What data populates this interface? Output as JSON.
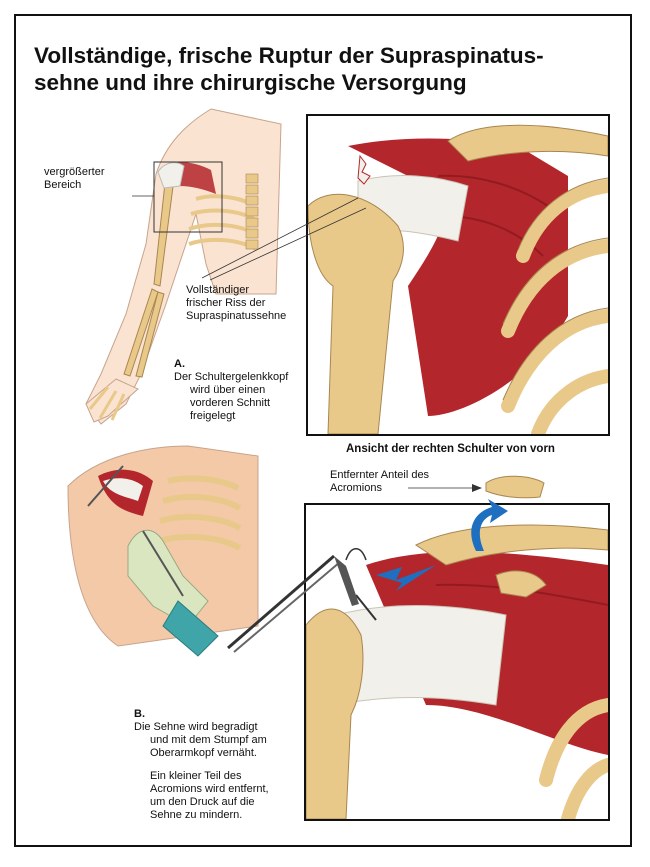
{
  "title": {
    "line1": "Vollständige, frische Ruptur der Supraspinatus-",
    "line2": "sehne und ihre chirurgische Versorgung"
  },
  "labels": {
    "enlarged_area": [
      "vergrößerter",
      "Bereich"
    ],
    "tear": [
      "Vollständiger",
      "frischer Riss der",
      "Supraspinatussehne"
    ],
    "view_caption": "Ansicht der rechten Schulter von vorn",
    "removed_acromion": [
      "Entfernter Anteil des",
      "Acromions"
    ]
  },
  "steps": {
    "a": {
      "marker": "A.",
      "lines": [
        "Der Schultergelenkkopf",
        "wird über einen",
        "vorderen Schnitt",
        "freigelegt"
      ]
    },
    "b": {
      "marker": "B.",
      "lines": [
        "Die Sehne wird begradigt",
        "und mit dem Stumpf am",
        "Oberarmkopf vernäht."
      ],
      "lines2": [
        "Ein kleiner Teil des",
        "Acromions wird entfernt,",
        "um den Druck auf die",
        "Sehne zu mindern."
      ]
    }
  },
  "colors": {
    "bone": "#e8c98a",
    "muscle": "#b3262b",
    "tendon": "#f2f0ea",
    "skin": "#f3c9a8",
    "glove": "#d9e6c0",
    "arrow": "#1f6fc0"
  }
}
